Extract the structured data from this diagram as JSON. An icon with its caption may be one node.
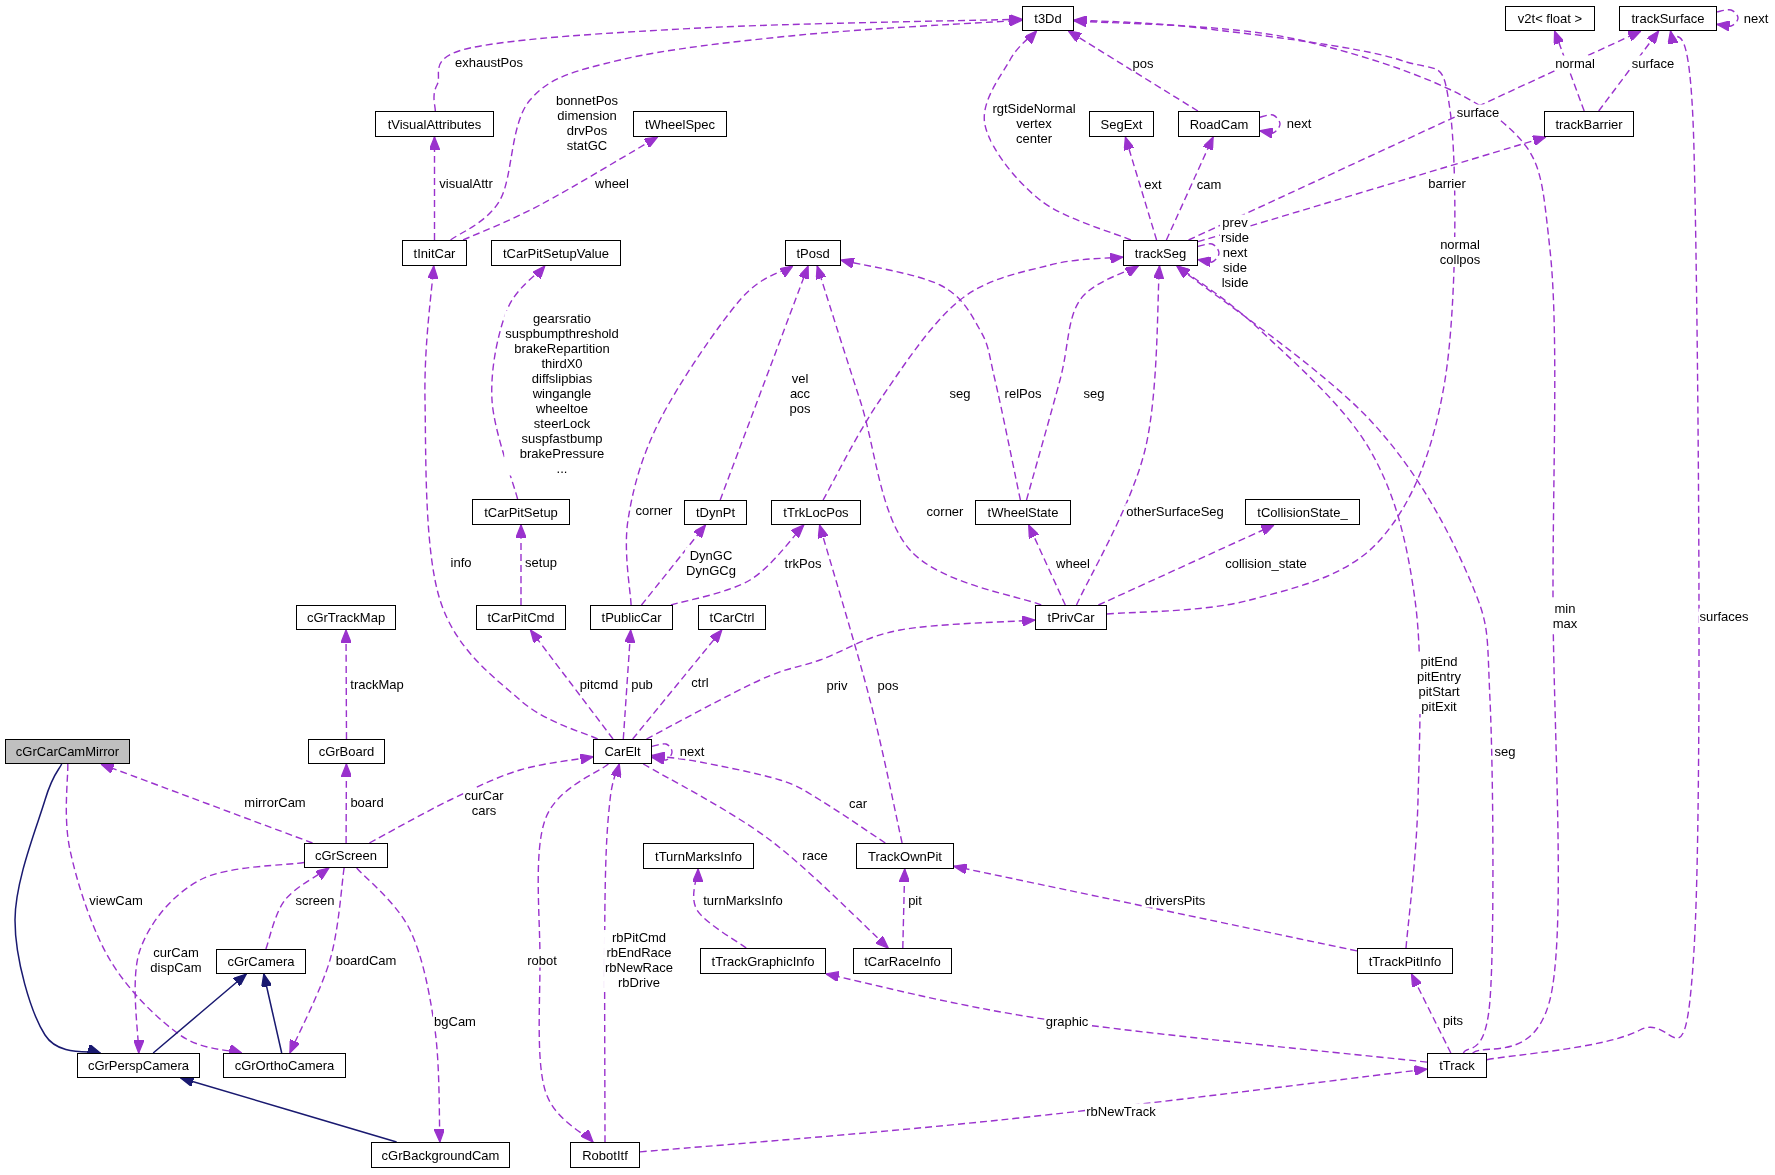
{
  "diagram": {
    "nodes": [
      {
        "text": [
          "t3Dd"
        ]
      },
      {
        "text": [
          "tVisualAttributes"
        ]
      },
      {
        "text": [
          "tWheelSpec"
        ]
      },
      {
        "text": [
          "SegExt"
        ]
      },
      {
        "text": [
          "RoadCam"
        ]
      },
      {
        "text": [
          "v2t< float >"
        ]
      },
      {
        "text": [
          "trackSurface"
        ]
      },
      {
        "text": [
          "trackBarrier"
        ]
      },
      {
        "text": [
          "tInitCar"
        ]
      },
      {
        "text": [
          "tCarPitSetupValue"
        ]
      },
      {
        "text": [
          "tPosd"
        ]
      },
      {
        "text": [
          "trackSeg"
        ]
      },
      {
        "text": [
          "tCarPitSetup"
        ]
      },
      {
        "text": [
          "tDynPt"
        ]
      },
      {
        "text": [
          "tTrkLocPos"
        ]
      },
      {
        "text": [
          "tWheelState"
        ]
      },
      {
        "text": [
          "tCollisionState_"
        ]
      },
      {
        "text": [
          "cGrTrackMap"
        ]
      },
      {
        "text": [
          "tCarPitCmd"
        ]
      },
      {
        "text": [
          "tPublicCar"
        ]
      },
      {
        "text": [
          "tCarCtrl"
        ]
      },
      {
        "text": [
          "tPrivCar"
        ]
      },
      {
        "text": [
          "cGrCarCamMirror"
        ]
      },
      {
        "text": [
          "cGrBoard"
        ]
      },
      {
        "text": [
          "CarElt"
        ]
      },
      {
        "text": [
          "cGrScreen"
        ]
      },
      {
        "text": [
          "tTurnMarksInfo"
        ]
      },
      {
        "text": [
          "TrackOwnPit"
        ]
      },
      {
        "text": [
          "cGrCamera"
        ]
      },
      {
        "text": [
          "tTrackGraphicInfo"
        ]
      },
      {
        "text": [
          "tCarRaceInfo"
        ]
      },
      {
        "text": [
          "tTrackPitInfo"
        ]
      },
      {
        "text": [
          "cGrPerspCamera"
        ]
      },
      {
        "text": [
          "cGrOrthoCamera"
        ]
      },
      {
        "text": [
          "tTrack"
        ]
      },
      {
        "text": [
          "cGrBackgroundCam"
        ]
      },
      {
        "text": [
          "RobotItf"
        ]
      }
    ],
    "edges": [
      {
        "from": 1,
        "to": 0,
        "arrow": "to",
        "label": "exhaustPos",
        "style": "dashed"
      },
      {
        "from": 8,
        "to": 0,
        "arrow": "to",
        "label": "bonnetPos dimension drvPos statGC",
        "style": "dashed"
      },
      {
        "from": 8,
        "to": 1,
        "arrow": "to",
        "label": "visualAttr",
        "style": "dashed"
      },
      {
        "from": 8,
        "to": 2,
        "arrow": "to",
        "label": "wheel",
        "style": "dashed"
      },
      {
        "from": 12,
        "to": 9,
        "arrow": "to",
        "label": "gearsratio suspbumpthreshold brakeRepartition thirdX0 diffslipbias wingangle wheeltoe steerLock suspfastbump brakePressure ...",
        "style": "dashed"
      },
      {
        "from": 18,
        "to": 12,
        "arrow": "to",
        "label": "setup",
        "style": "dashed"
      },
      {
        "from": 24,
        "to": 8,
        "arrow": "to",
        "label": "info",
        "style": "dashed"
      },
      {
        "from": 24,
        "to": 18,
        "arrow": "to",
        "label": "pitcmd",
        "style": "dashed"
      },
      {
        "from": 24,
        "to": 19,
        "arrow": "to",
        "label": "pub",
        "style": "dashed"
      },
      {
        "from": 24,
        "to": 20,
        "arrow": "to",
        "label": "ctrl",
        "style": "dashed"
      },
      {
        "from": 24,
        "to": 21,
        "arrow": "to",
        "label": "priv",
        "style": "dashed"
      },
      {
        "from": 24,
        "to": 24,
        "arrow": "to",
        "label": "next",
        "style": "dashed"
      },
      {
        "from": 24,
        "to": 30,
        "arrow": "to",
        "label": "race",
        "style": "dashed"
      },
      {
        "from": 24,
        "to": 36,
        "arrow": "to",
        "label": "robot",
        "style": "dashed"
      },
      {
        "from": 36,
        "to": 24,
        "arrow": "to",
        "label": "rbPitCmd rbEndRace rbNewRace rbDrive",
        "style": "dashed"
      },
      {
        "from": 36,
        "to": 34,
        "arrow": "to",
        "label": "rbNewTrack",
        "style": "dashed"
      },
      {
        "from": 19,
        "to": 10,
        "arrow": "to",
        "label": "corner",
        "style": "dashed"
      },
      {
        "from": 19,
        "to": 13,
        "arrow": "to",
        "label": "DynGC DynGCg",
        "style": "dashed"
      },
      {
        "from": 19,
        "to": 14,
        "arrow": "to",
        "label": "trkPos",
        "style": "dashed"
      },
      {
        "from": 13,
        "to": 10,
        "arrow": "to",
        "label": "vel acc pos",
        "style": "dashed"
      },
      {
        "from": 14,
        "to": 11,
        "arrow": "to",
        "label": "seg",
        "style": "dashed"
      },
      {
        "from": 21,
        "to": 10,
        "arrow": "to",
        "label": "corner",
        "style": "dashed"
      },
      {
        "from": 21,
        "to": 15,
        "arrow": "to",
        "label": "wheel",
        "style": "dashed"
      },
      {
        "from": 21,
        "to": 11,
        "arrow": "to",
        "label": "otherSurfaceSeg",
        "style": "dashed"
      },
      {
        "from": 21,
        "to": 16,
        "arrow": "to",
        "label": "collision_state",
        "style": "dashed"
      },
      {
        "from": 21,
        "to": 0,
        "arrow": "to",
        "label": "normal collpos",
        "style": "dashed"
      },
      {
        "from": 15,
        "to": 10,
        "arrow": "to",
        "label": "relPos",
        "style": "dashed"
      },
      {
        "from": 15,
        "to": 11,
        "arrow": "to",
        "label": "seg",
        "style": "dashed"
      },
      {
        "from": 11,
        "to": 0,
        "arrow": "to",
        "label": "rgtSideNormal vertex center",
        "style": "dashed"
      },
      {
        "from": 11,
        "to": 3,
        "arrow": "to",
        "label": "ext",
        "style": "dashed"
      },
      {
        "from": 11,
        "to": 4,
        "arrow": "to",
        "label": "cam",
        "style": "dashed"
      },
      {
        "from": 11,
        "to": 6,
        "arrow": "to",
        "label": "surface",
        "style": "dashed"
      },
      {
        "from": 11,
        "to": 7,
        "arrow": "to",
        "label": "barrier",
        "style": "dashed"
      },
      {
        "from": 11,
        "to": 11,
        "arrow": "to",
        "label": "prev rside next side lside",
        "style": "dashed"
      },
      {
        "from": 4,
        "to": 0,
        "arrow": "to",
        "label": "pos",
        "style": "dashed"
      },
      {
        "from": 4,
        "to": 4,
        "arrow": "to",
        "label": "next",
        "style": "dashed"
      },
      {
        "from": 7,
        "to": 5,
        "arrow": "to",
        "label": "normal",
        "style": "dashed"
      },
      {
        "from": 7,
        "to": 6,
        "arrow": "to",
        "label": "surface",
        "style": "dashed"
      },
      {
        "from": 6,
        "to": 6,
        "arrow": "to",
        "label": "next",
        "style": "dashed"
      },
      {
        "from": 31,
        "to": 11,
        "arrow": "to",
        "label": "pitEnd pitEntry pitStart pitExit",
        "style": "dashed"
      },
      {
        "from": 31,
        "to": 27,
        "arrow": "to",
        "label": "driversPits",
        "style": "dashed"
      },
      {
        "from": 27,
        "to": 24,
        "arrow": "to",
        "label": "car",
        "style": "dashed"
      },
      {
        "from": 27,
        "to": 14,
        "arrow": "to",
        "label": "pos",
        "style": "dashed"
      },
      {
        "from": 30,
        "to": 27,
        "arrow": "to",
        "label": "pit",
        "style": "dashed"
      },
      {
        "from": 29,
        "to": 26,
        "arrow": "to",
        "label": "turnMarksInfo",
        "style": "dashed"
      },
      {
        "from": 34,
        "to": 29,
        "arrow": "to",
        "label": "graphic",
        "style": "dashed"
      },
      {
        "from": 34,
        "to": 31,
        "arrow": "to",
        "label": "pits",
        "style": "dashed"
      },
      {
        "from": 34,
        "to": 11,
        "arrow": "to",
        "label": "seg",
        "style": "dashed"
      },
      {
        "from": 34,
        "to": 0,
        "arrow": "to",
        "label": "min max",
        "style": "dashed"
      },
      {
        "from": 34,
        "to": 6,
        "arrow": "to",
        "label": "surfaces",
        "style": "dashed"
      },
      {
        "from": 23,
        "to": 17,
        "arrow": "to",
        "label": "trackMap",
        "style": "dashed"
      },
      {
        "from": 25,
        "to": 23,
        "arrow": "to",
        "label": "board",
        "style": "dashed"
      },
      {
        "from": 25,
        "to": 22,
        "arrow": "to",
        "label": "mirrorCam",
        "style": "dashed"
      },
      {
        "from": 25,
        "to": 24,
        "arrow": "to",
        "label": "curCar cars",
        "style": "dashed"
      },
      {
        "from": 25,
        "to": 32,
        "arrow": "to",
        "label": "curCam dispCam",
        "style": "dashed"
      },
      {
        "from": 25,
        "to": 33,
        "arrow": "to",
        "label": "boardCam",
        "style": "dashed"
      },
      {
        "from": 25,
        "to": 35,
        "arrow": "to",
        "label": "bgCam",
        "style": "dashed"
      },
      {
        "from": 28,
        "to": 25,
        "arrow": "to",
        "label": "screen",
        "style": "dashed"
      },
      {
        "from": 22,
        "to": 33,
        "arrow": "to",
        "label": "viewCam",
        "style": "dashed"
      },
      {
        "from": 22,
        "to": 32,
        "arrow": "to",
        "color": "#191970"
      },
      {
        "from": 32,
        "to": 28,
        "arrow": "to",
        "color": "#191970"
      },
      {
        "from": 33,
        "to": 28,
        "arrow": "to",
        "color": "#191970"
      },
      {
        "from": 35,
        "to": 32,
        "arrow": "to",
        "color": "#191970"
      }
    ]
  }
}
